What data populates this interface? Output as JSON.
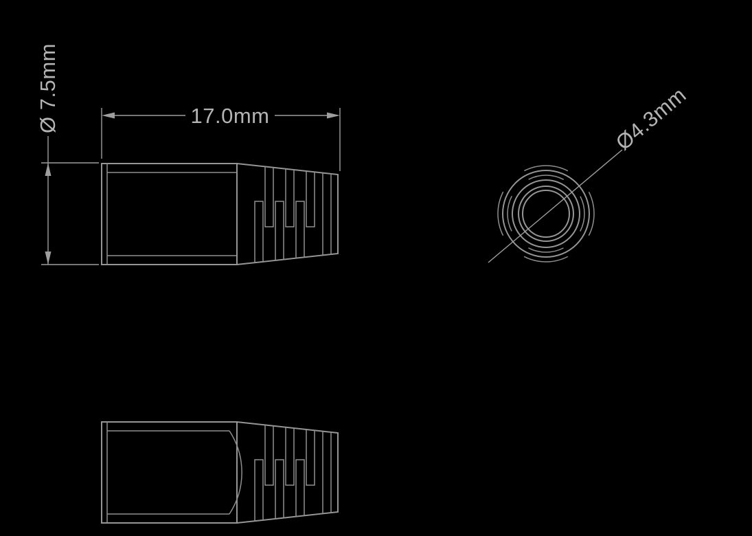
{
  "canvas": {
    "background_color": "#000000",
    "line_color": "#969696",
    "text_color": "#b4b4b4",
    "content": "technical drawing of cable strain-relief boot, side views and end view"
  },
  "dimensions": {
    "length": {
      "label": "17.0mm"
    },
    "outer_diameter": {
      "label": "Ø 7.5mm"
    },
    "bore_diameter": {
      "label": "Ø4.3mm"
    }
  }
}
